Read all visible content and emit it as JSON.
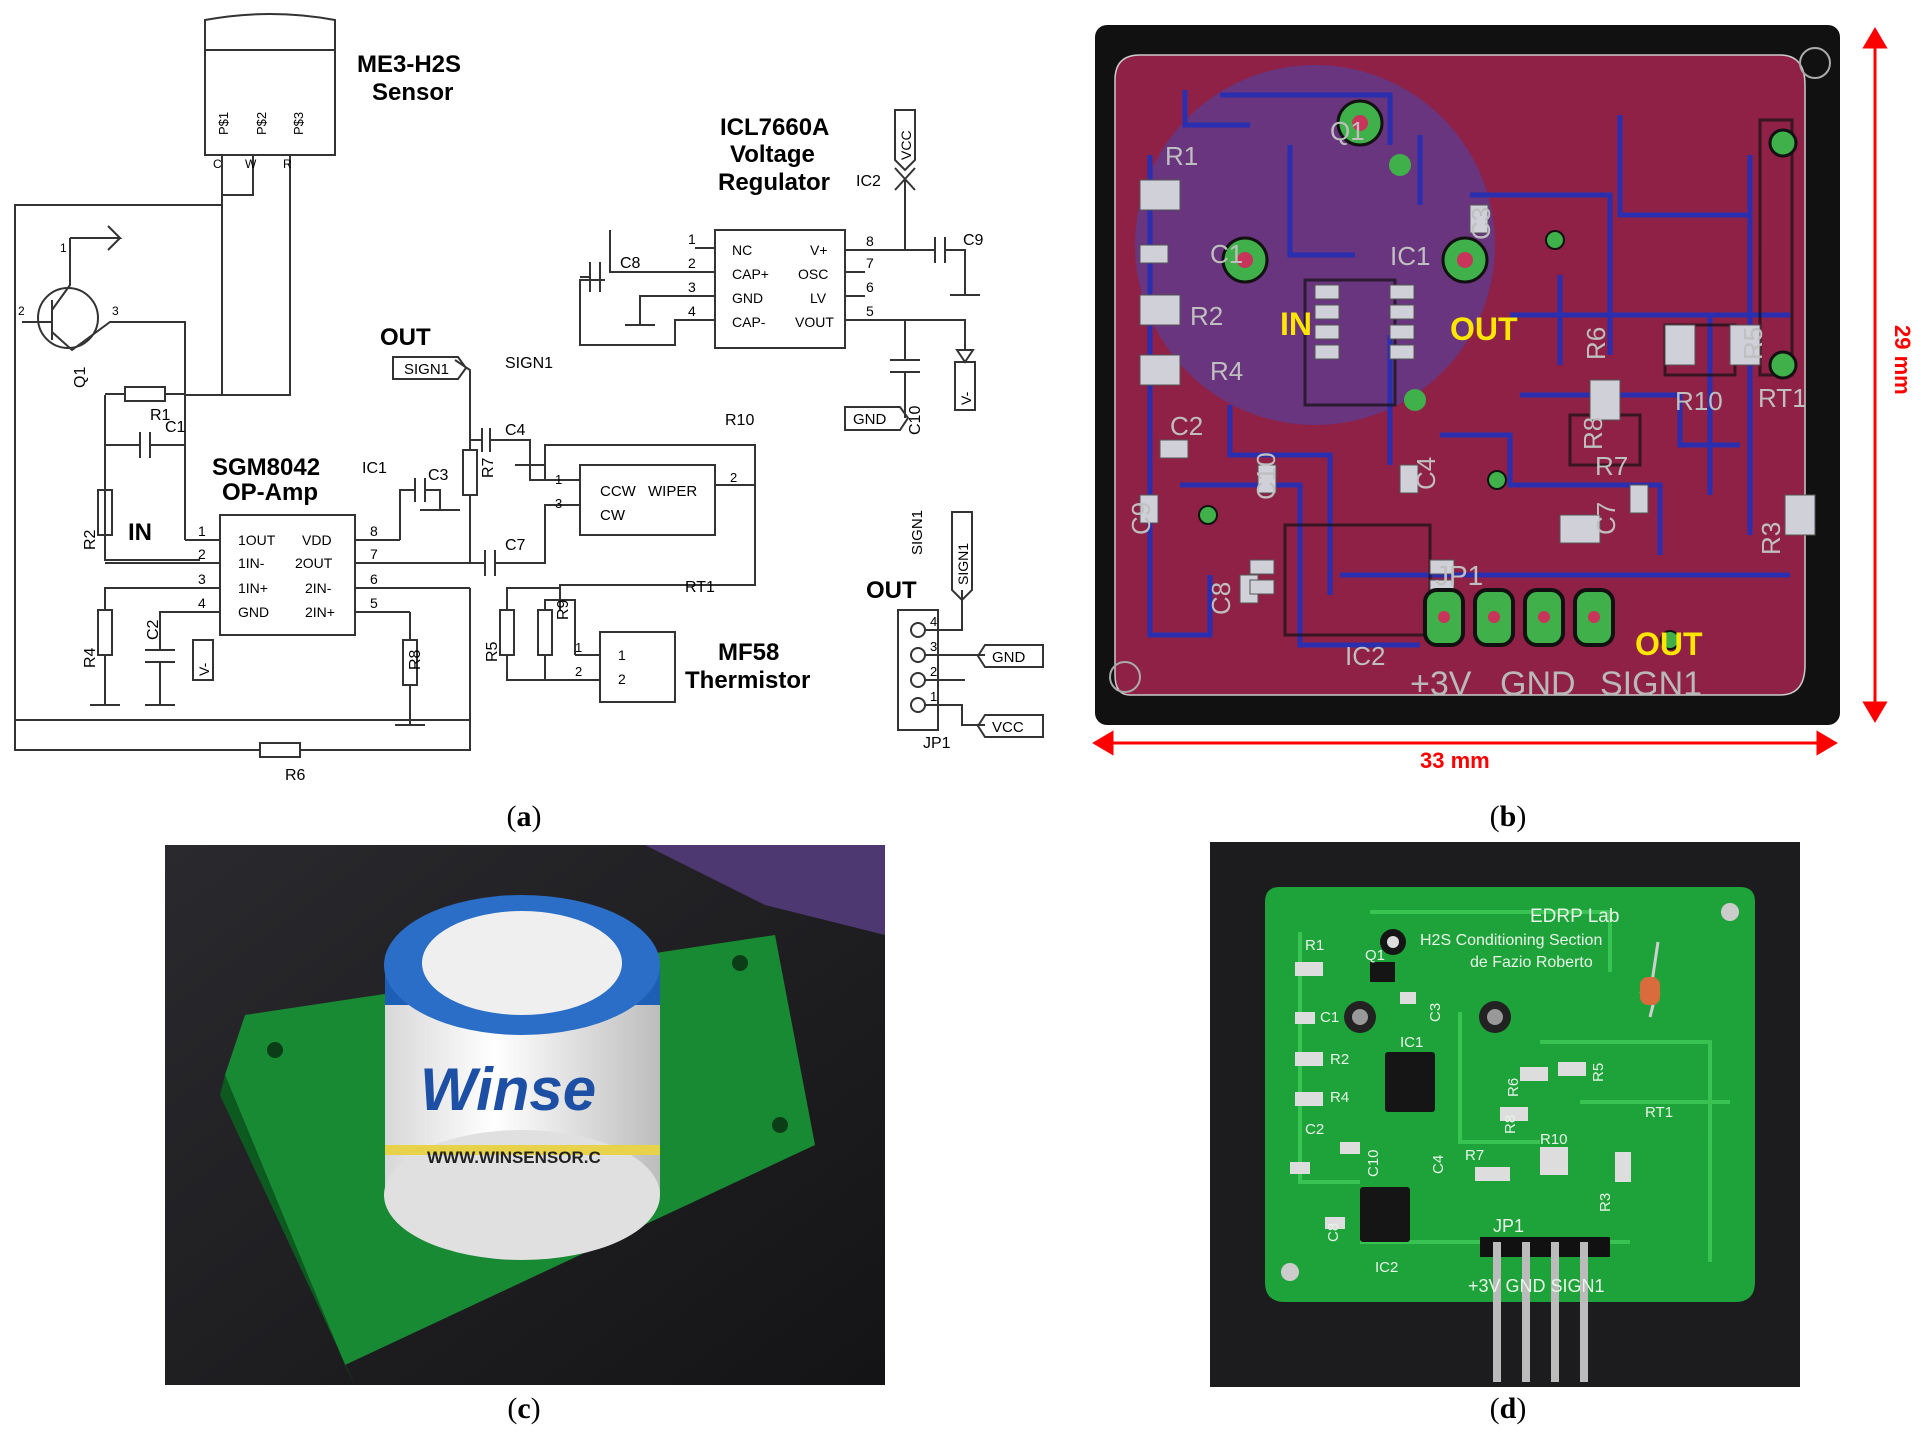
{
  "captions": {
    "a": "a",
    "b": "b",
    "c": "c",
    "d": "d"
  },
  "schematic": {
    "sensor": {
      "name": "ME3-H2S",
      "sub": "Sensor",
      "pins": [
        "P$1",
        "P$2",
        "P$3"
      ],
      "terminals": [
        "C",
        "W",
        "R"
      ]
    },
    "regulator": {
      "name": "ICL7660A",
      "line2": "Voltage",
      "line3": "Regulator",
      "ref": "IC2",
      "left_pins": [
        {
          "n": "1",
          "l": "NC"
        },
        {
          "n": "2",
          "l": "CAP+"
        },
        {
          "n": "3",
          "l": "GND"
        },
        {
          "n": "4",
          "l": "CAP-"
        }
      ],
      "right_pins": [
        {
          "n": "8",
          "l": "V+"
        },
        {
          "n": "7",
          "l": "OSC"
        },
        {
          "n": "6",
          "l": "LV"
        },
        {
          "n": "5",
          "l": "VOUT"
        }
      ]
    },
    "opamp": {
      "name": "SGM8042",
      "sub": "OP-Amp",
      "ref": "IC1",
      "left_pins": [
        {
          "n": "1",
          "l": "1OUT"
        },
        {
          "n": "2",
          "l": "1IN-"
        },
        {
          "n": "3",
          "l": "1IN+"
        },
        {
          "n": "4",
          "l": "GND"
        }
      ],
      "right_pins": [
        {
          "n": "8",
          "l": "VDD"
        },
        {
          "n": "7",
          "l": "2OUT"
        },
        {
          "n": "6",
          "l": "2IN-"
        },
        {
          "n": "5",
          "l": "2IN+"
        }
      ]
    },
    "trimmer": {
      "ref": "R10",
      "ccw": "CCW",
      "wiper": "WIPER",
      "cw": "CW",
      "pins": [
        "1",
        "3",
        "2"
      ]
    },
    "thermistor": {
      "name": "MF58",
      "sub": "Thermistor",
      "ref": "RT1",
      "pins": [
        "1",
        "2"
      ]
    },
    "connector": {
      "ref": "JP1",
      "pins": [
        "4",
        "3",
        "2",
        "1"
      ]
    },
    "labels": {
      "out": "OUT",
      "in": "IN",
      "sign1": "SIGN1",
      "gnd": "GND",
      "vcc": "VCC",
      "vneg": "V-",
      "q1": "Q1",
      "q1_pins": [
        "1",
        "2",
        "3"
      ]
    },
    "parts": {
      "r1": "R1",
      "r2": "R2",
      "r4": "R4",
      "r5": "R5",
      "r6": "R6",
      "r7": "R7",
      "r8": "R8",
      "r9": "R9",
      "c1": "C1",
      "c2": "C2",
      "c3": "C3",
      "c4": "C4",
      "c7": "C7",
      "c8": "C8",
      "c9": "C9",
      "c10": "C10"
    }
  },
  "pcb": {
    "width_label": "33 mm",
    "height_label": "29 mm",
    "in_label": "IN",
    "out_label": "OUT",
    "out2_label": "OUT",
    "jp_label": "JP1",
    "pin_labels": [
      "+3V",
      "GND",
      "SIGN1"
    ],
    "parts": [
      "R1",
      "C1",
      "R2",
      "R4",
      "C2",
      "C9",
      "C8",
      "C10",
      "IC1",
      "IC2",
      "Q1",
      "C3",
      "C4",
      "R7",
      "C7",
      "R6",
      "R8",
      "R10",
      "R5",
      "RT1",
      "R3"
    ],
    "colors": {
      "board": "#8f2147",
      "edge": "#111111",
      "trace": "#2a2fb0",
      "dimension": "#ff0000",
      "label": "#ffe600"
    }
  },
  "photo_sensor": {
    "brand": "Winse",
    "website": "WWW.WINSENSOR.C"
  },
  "photo_board": {
    "lines": [
      "EDRP Lab",
      "H2S Conditioning Section",
      "de Fazio Roberto"
    ],
    "silk": [
      "R1",
      "C1",
      "R2",
      "R4",
      "C2",
      "Q1",
      "C3",
      "IC1",
      "R6",
      "R5",
      "R8",
      "R10",
      "RT1",
      "C10",
      "C4",
      "R7",
      "R3",
      "C8",
      "IC2",
      "JP1"
    ],
    "pin_text": "+3V GND SIGN1"
  }
}
